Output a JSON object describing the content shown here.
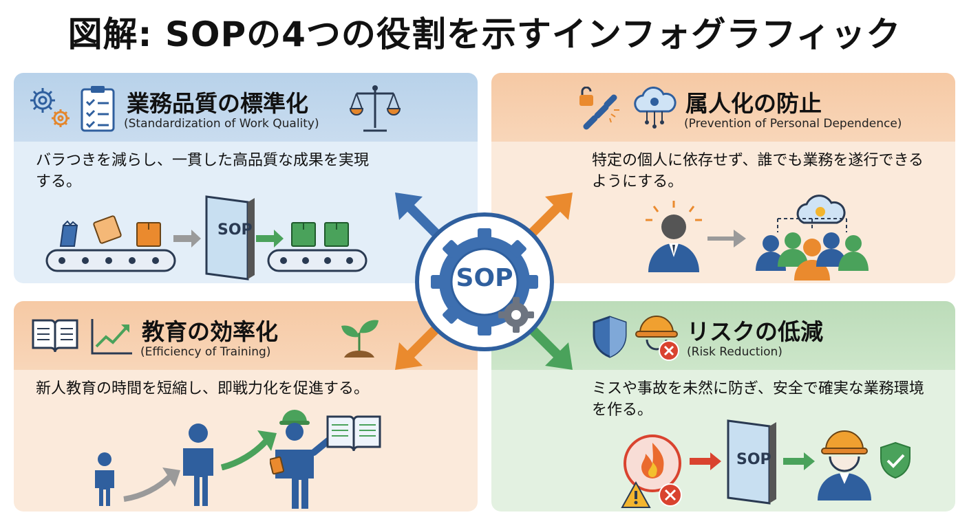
{
  "title": "図解: SOPの4つの役割を示すインフォグラフィック",
  "center": {
    "label": "SOP"
  },
  "panels": [
    {
      "title": "業務品質の標準化",
      "subtitle": "(Standardization of Work Quality)",
      "description": "バラつきを減らし、一貫した高品質な成果を実現する。",
      "sop_label": "SOP",
      "icons": [
        "gears-icon",
        "checklist-icon",
        "balance-scale-icon",
        "boxes-icon",
        "conveyor-icon",
        "arrow-right-icon",
        "sop-panel-icon"
      ]
    },
    {
      "title": "属人化の防止",
      "subtitle": "(Prevention of Personal Dependence)",
      "description": "特定の個人に依存せず、誰でも業務を遂行できるようにする。",
      "icons": [
        "broken-chain-icon",
        "cloud-network-icon",
        "person-expert-icon",
        "arrow-right-icon",
        "team-icon",
        "cloud-idea-icon"
      ]
    },
    {
      "title": "教育の効率化",
      "subtitle": "(Efficiency of Training)",
      "description": "新人教育の時間を短縮し、即戦力化を促進する。",
      "icons": [
        "open-book-icon",
        "growth-chart-icon",
        "sprout-icon",
        "child-icon",
        "adult-icon",
        "worker-with-manual-icon"
      ]
    },
    {
      "title": "リスクの低減",
      "subtitle": "(Risk Reduction)",
      "description": "ミスや事故を未然に防ぎ、安全で確実な業務環境を作る。",
      "sop_label": "SOP",
      "icons": [
        "shield-icon",
        "hardhat-worker-icon",
        "fire-hazard-icon",
        "warning-icon",
        "sop-panel-icon",
        "safe-worker-icon",
        "check-shield-icon"
      ]
    }
  ],
  "colors": {
    "blue": "#3d6fb0",
    "orange": "#ea8a2e",
    "green": "#4aa25b",
    "red": "#d9432f"
  }
}
